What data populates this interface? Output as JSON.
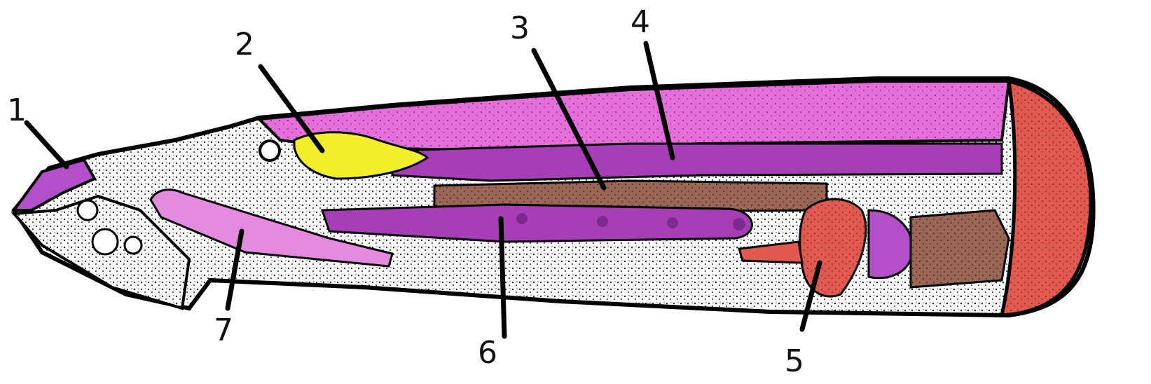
{
  "labels": [
    {
      "id": "label-1",
      "text": "1"
    },
    {
      "id": "label-2",
      "text": "2"
    },
    {
      "id": "label-3",
      "text": "3"
    },
    {
      "id": "label-4",
      "text": "4"
    },
    {
      "id": "label-5",
      "text": "5"
    },
    {
      "id": "label-6",
      "text": "6"
    },
    {
      "id": "label-7",
      "text": "7"
    }
  ],
  "colors": {
    "background": "#ffffff",
    "magenta": "#d94fd0",
    "magenta_light": "#e98be2",
    "purple": "#a63fb5",
    "yellow": "#f2ee2a",
    "red": "#e25a4f",
    "brown": "#8d5b4e",
    "outline": "#000000"
  }
}
